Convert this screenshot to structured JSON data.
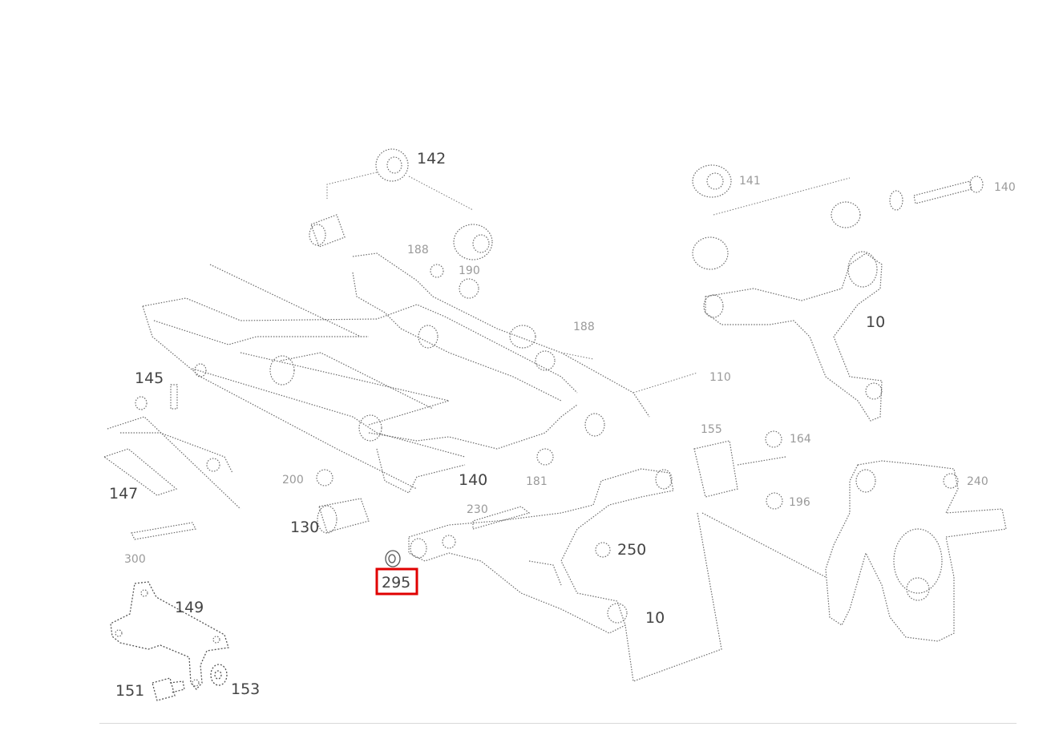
{
  "labels": {
    "l142": "142",
    "l145": "145",
    "l147": "147",
    "l149": "149",
    "l151": "151",
    "l153": "153",
    "l295": "295",
    "l140": "140",
    "l130": "130",
    "l250": "250",
    "l10": "10"
  },
  "highlight": {
    "part": "295",
    "color": "#e00000"
  }
}
